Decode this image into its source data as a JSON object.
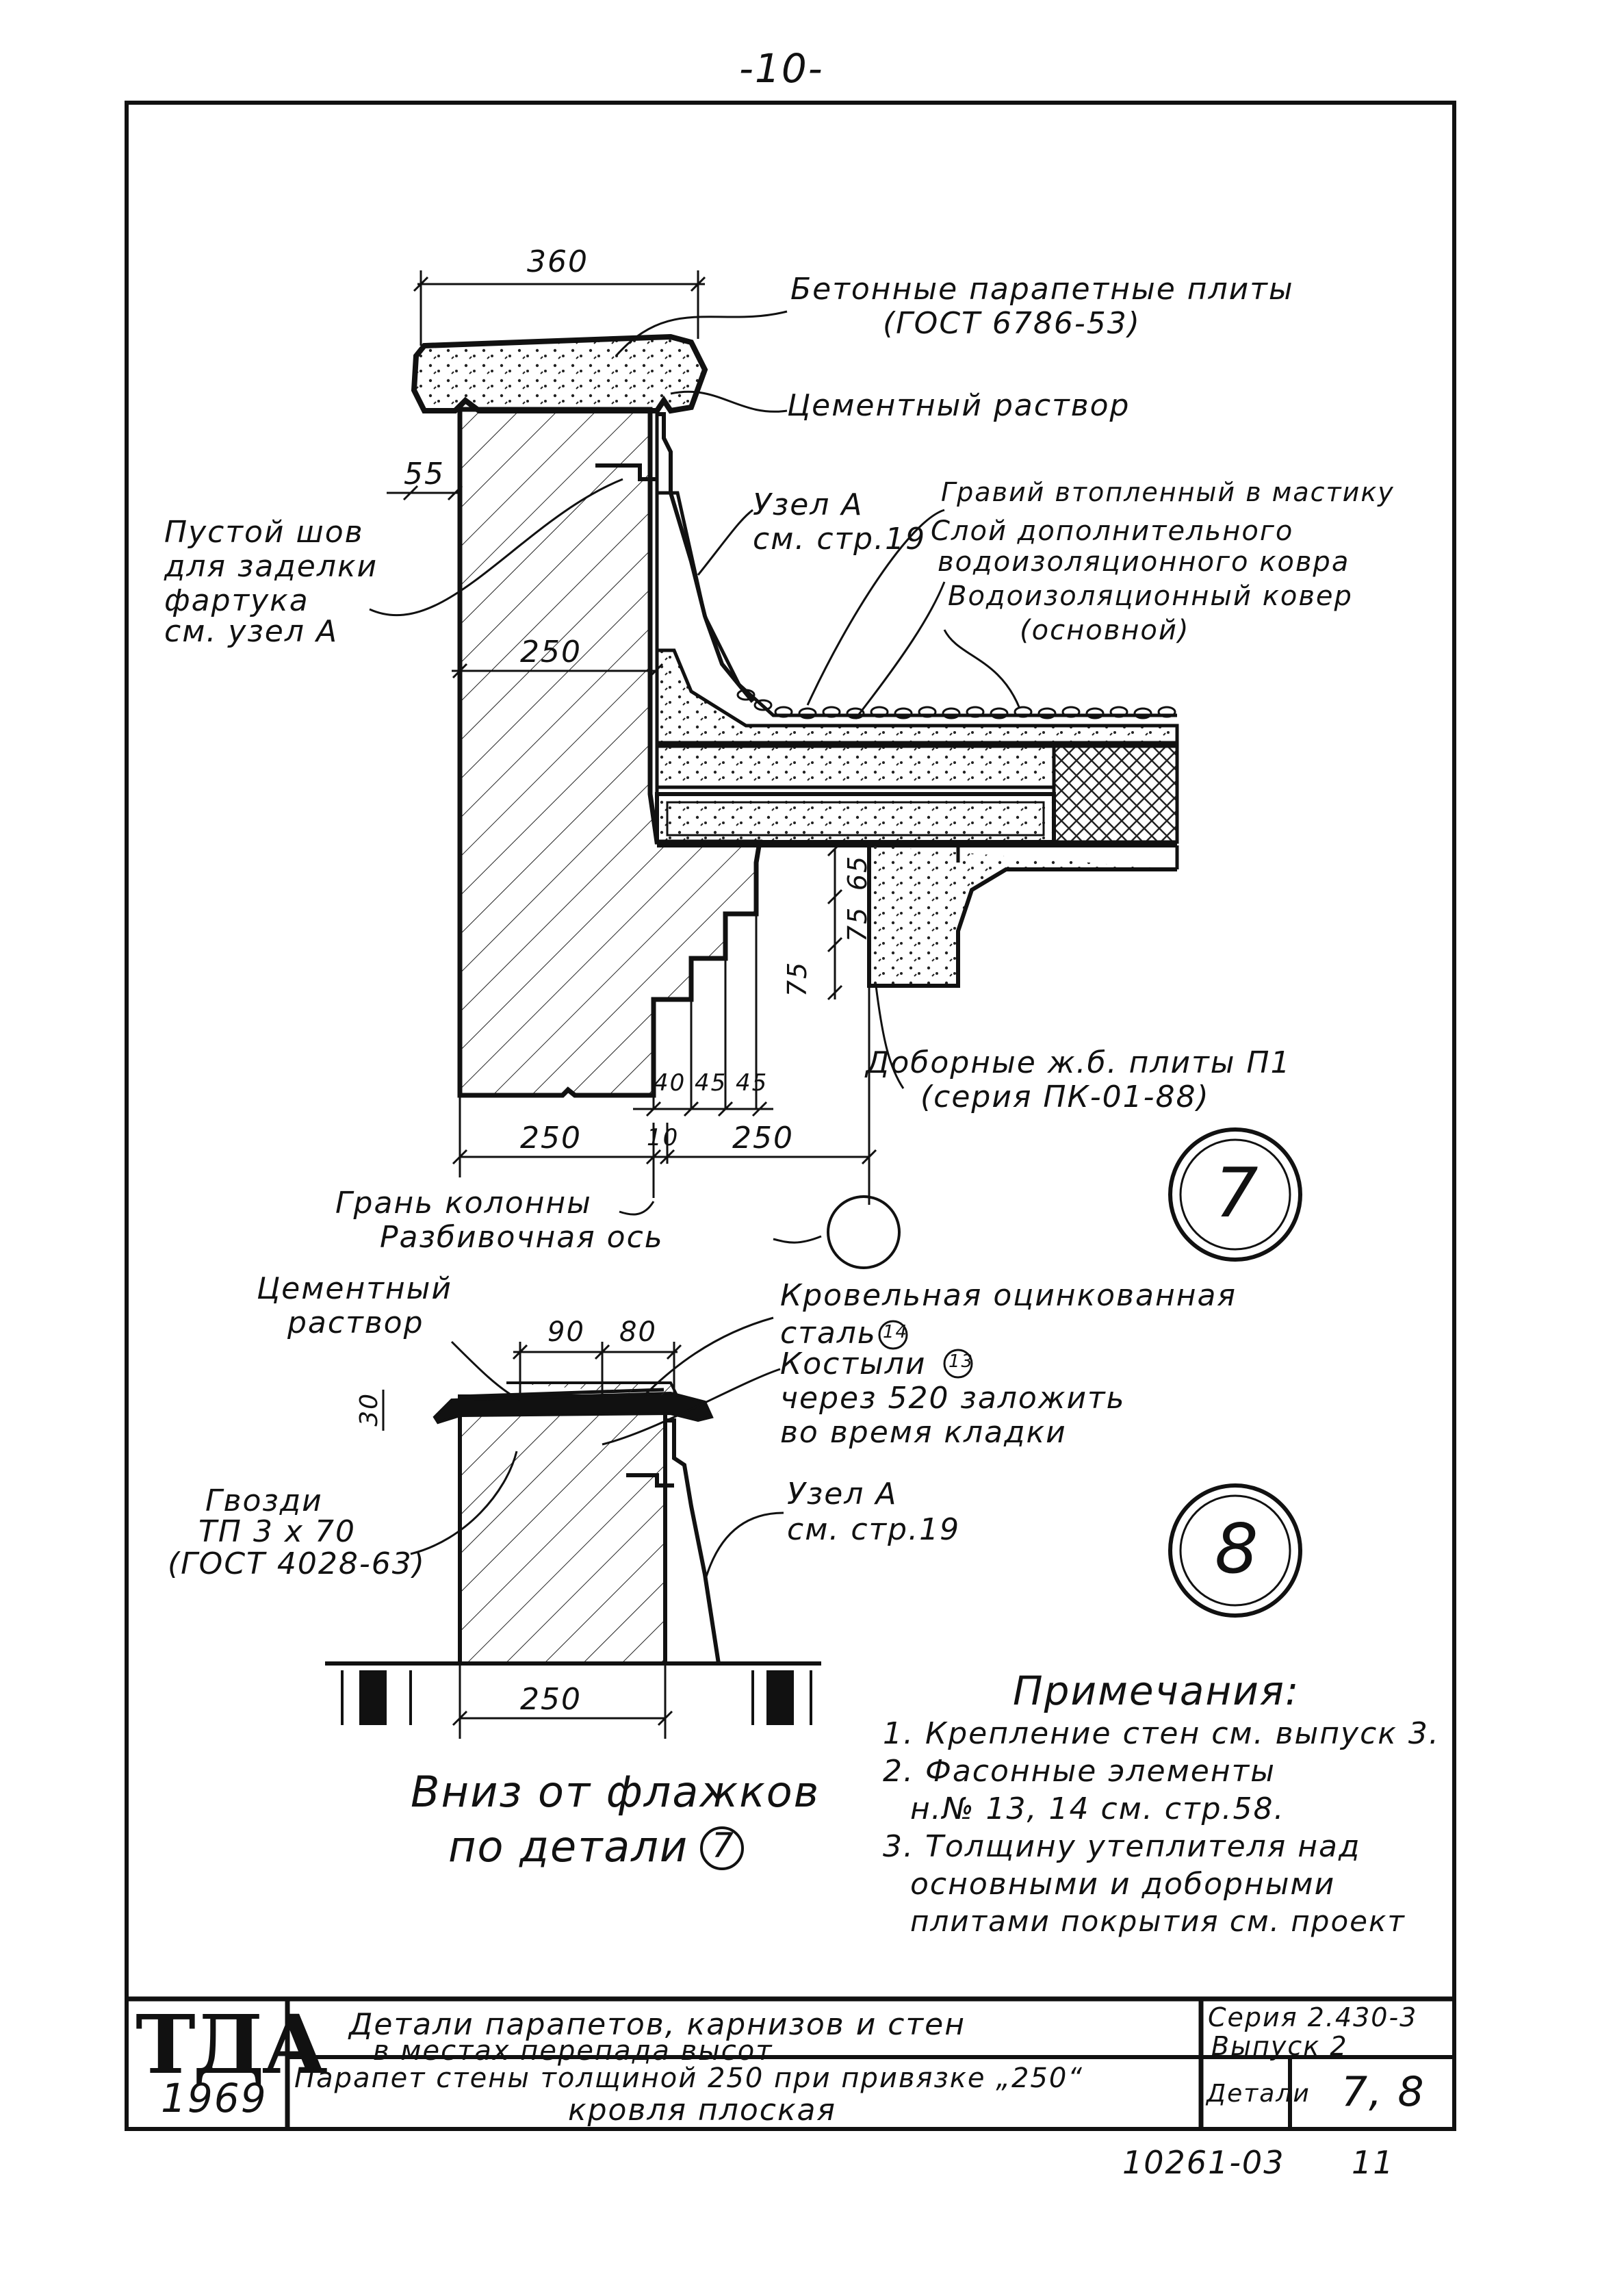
{
  "page_number": "-10-",
  "detail7": {
    "label_parapet_plates": [
      "Бетонные парапетные плиты",
      "(ГОСТ 6786-53)"
    ],
    "label_cement_mortar": "Цементный раствор",
    "label_empty_seam": [
      "Пустой шов",
      "для заделки",
      "фартука",
      "см. узел А"
    ],
    "label_node_a": [
      "Узел А",
      "см. стр.19"
    ],
    "label_gravel": "Гравий втопленный в мастику",
    "label_extra_layer": [
      "Слой дополнительного",
      "водоизоляционного ковра"
    ],
    "label_main_layer": [
      "Водоизоляционный ковер",
      "(основной)"
    ],
    "label_extra_plates": [
      "Доборные ж.б. плиты П1",
      "(серия ПК-01-88)"
    ],
    "label_column_face": "Грань колонны",
    "label_axis": "Разбивочная ось",
    "number": "7",
    "dims": {
      "top": "360",
      "d55": "55",
      "d250a": "250",
      "d65": "65",
      "d75a": "75",
      "d75b": "75",
      "d40": "40",
      "d45a": "45",
      "d45b": "45",
      "d250b": "250",
      "d10": "10",
      "d250c": "250"
    }
  },
  "detail8": {
    "label_cement_mortar": [
      "Цементный",
      "раствор"
    ],
    "label_roof_steel": [
      "Кровельная оцинкованная",
      "сталь"
    ],
    "label_crutches": [
      "Костыли",
      "через 520 заложить",
      "во время кладки"
    ],
    "callout_14": "14",
    "callout_13": "13",
    "label_nails": [
      "Гвозди",
      "ТП 3 х 70",
      "(ГОСТ 4028-63)"
    ],
    "label_node_a": [
      "Узел А",
      "см. стр.19"
    ],
    "number": "8",
    "dims": {
      "d90": "90",
      "d80": "80",
      "d30": "30",
      "d250": "250"
    },
    "label_below": [
      "Вниз от флажков",
      "по детали"
    ],
    "ref_7": "7"
  },
  "notes": {
    "title": "Примечания:",
    "items": [
      "1. Крепление стен см. выпуск 3.",
      "2. Фасонные элементы",
      "н.№ 13, 14 см. стр.58.",
      "3. Толщину утеплителя над",
      "основными и доборными",
      "плитами покрытия см. проект"
    ]
  },
  "title_block": {
    "org": "ТДА",
    "year": "1969",
    "title_line1": "Детали парапетов, карнизов и стен",
    "title_line2": "в местах перепада высот",
    "subtitle_line1": "Парапет стены толщиной 250 при привязке „250“",
    "subtitle_line2": "кровля плоская",
    "series_label": "Серия 2.430-3",
    "issue_label": "Выпуск 2",
    "details_label": "Детали",
    "details_value": "7, 8"
  },
  "sheet_code": "10261-03",
  "sheet_no": "11"
}
